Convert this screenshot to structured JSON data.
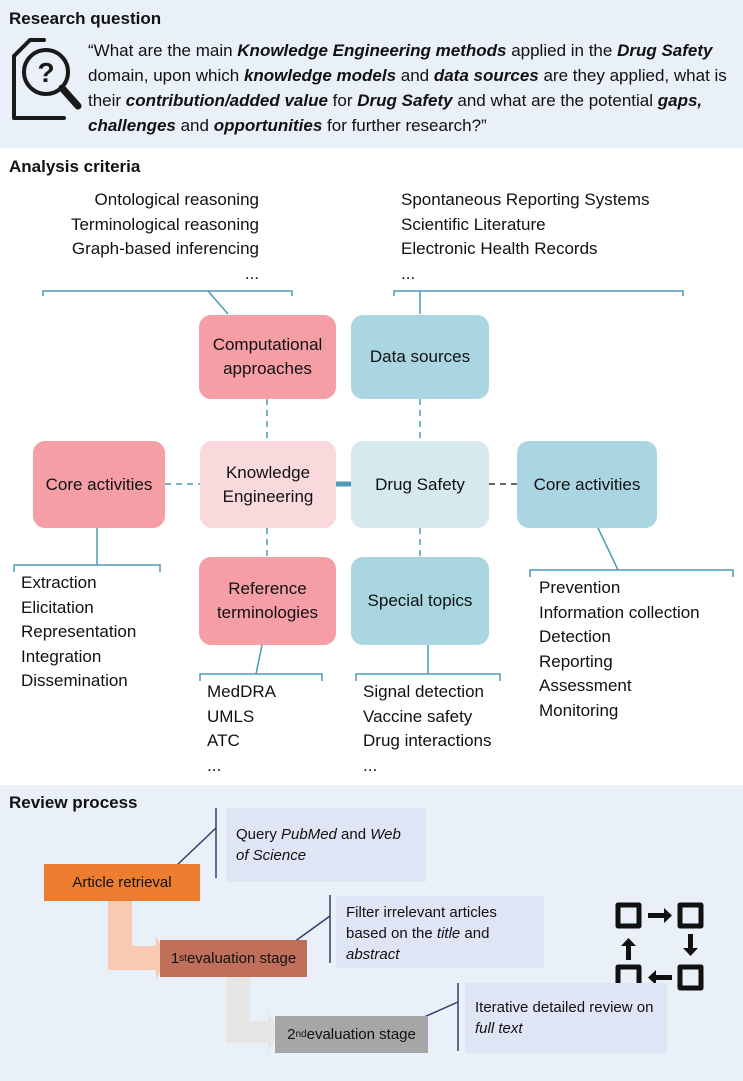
{
  "research_question": {
    "title": "Research question",
    "parts": [
      {
        "t": "“What are the main ",
        "b": false
      },
      {
        "t": "Knowledge Engineering methods",
        "b": true
      },
      {
        "t": " applied in the ",
        "b": false
      },
      {
        "t": "Drug Safety",
        "b": true
      },
      {
        "t": " domain, upon which ",
        "b": false
      },
      {
        "t": "knowledge models",
        "b": true
      },
      {
        "t": " and ",
        "b": false
      },
      {
        "t": "data sources",
        "b": true
      },
      {
        "t": " are they applied, what is their ",
        "b": false
      },
      {
        "t": "contribution/added value",
        "b": true
      },
      {
        "t": " for ",
        "b": false
      },
      {
        "t": "Drug Safety",
        "b": true
      },
      {
        "t": " and what are the potential ",
        "b": false
      },
      {
        "t": "gaps, challenges",
        "b": true
      },
      {
        "t": " and ",
        "b": false
      },
      {
        "t": "opportunities",
        "b": true
      },
      {
        "t": " for further research?”",
        "b": false
      }
    ]
  },
  "analysis": {
    "title": "Analysis criteria",
    "computational_list": [
      "Ontological reasoning",
      "Terminological reasoning",
      "Graph-based inferencing",
      "..."
    ],
    "data_sources_list": [
      "Spontaneous Reporting Systems",
      "Scientific Literature",
      "Electronic Health Records",
      "..."
    ],
    "boxes": {
      "computational": "Computational approaches",
      "data_sources": "Data sources",
      "core_left": "Core activities",
      "knowledge_eng": "Knowledge Engineering",
      "drug_safety": "Drug Safety",
      "core_right": "Core activities",
      "reference": "Reference terminologies",
      "special": "Special topics"
    },
    "core_left_list": [
      "Extraction",
      "Elicitation",
      "Representation",
      "Integration",
      "Dissemination"
    ],
    "reference_list": [
      "MedDRA",
      "UMLS",
      "ATC",
      "..."
    ],
    "special_list": [
      "Signal detection",
      "Vaccine safety",
      "Drug interactions",
      "..."
    ],
    "core_right_list": [
      "Prevention",
      "Information collection",
      "Detection",
      "Reporting",
      "Assessment",
      "Monitoring"
    ]
  },
  "review": {
    "title": "Review process",
    "step1": "Article retrieval",
    "step2_num": "1",
    "step2_sup": "st",
    "step2_rest": " evaluation stage",
    "step3_num": "2",
    "step3_sup": "nd",
    "step3_rest": " evaluation stage",
    "note1_a": "Query ",
    "note1_b": "PubMed",
    "note1_c": " and ",
    "note1_d": "Web of Science",
    "note2_a": "Filter irrelevant articles based on the ",
    "note2_b": "title",
    "note2_c": " and ",
    "note2_d": "abstract",
    "note3_a": "Iterative detailed review on ",
    "note3_b": "full text",
    "colors": {
      "step1": "#ed7d31",
      "step2": "#c0705a",
      "step3": "#a6a6a6",
      "note": "#dfe5f4"
    }
  }
}
